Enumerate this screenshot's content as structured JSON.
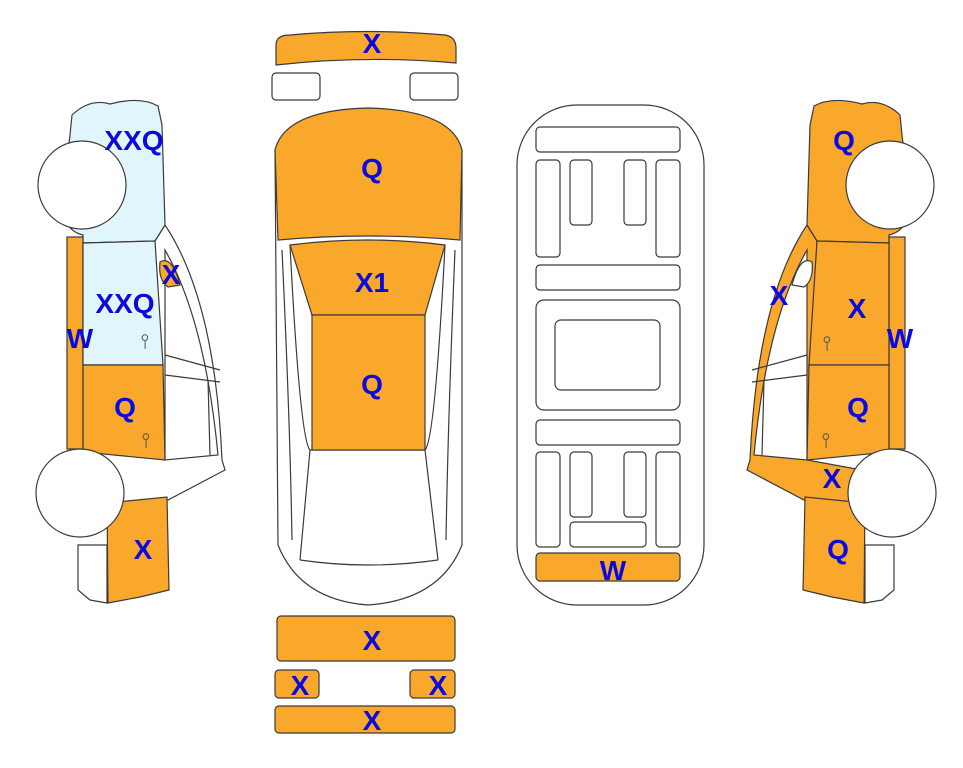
{
  "colors": {
    "damaged": "#F9A82B",
    "highlight": "#E0F6FC",
    "label": "#0a0ae0",
    "outline": "#3a3a3a"
  },
  "left_side": {
    "front_fender": "XXQ",
    "mirror": "X",
    "front_door": "XXQ",
    "pillar": "W",
    "rear_door": "Q",
    "rear_quarter": "X"
  },
  "top_view": {
    "front_bumper": "X",
    "hood": "Q",
    "windshield": "X1",
    "roof": "Q",
    "rear_panel": "X",
    "rear_left_corner": "X",
    "rear_right_corner": "X",
    "rear_bumper": "X"
  },
  "underside": {
    "rear_sill": "W"
  },
  "right_side": {
    "front_fender": "Q",
    "a_pillar": "X",
    "front_door": "X",
    "pillar": "W",
    "rear_door": "Q",
    "rocker": "X",
    "rear_quarter": "Q"
  }
}
